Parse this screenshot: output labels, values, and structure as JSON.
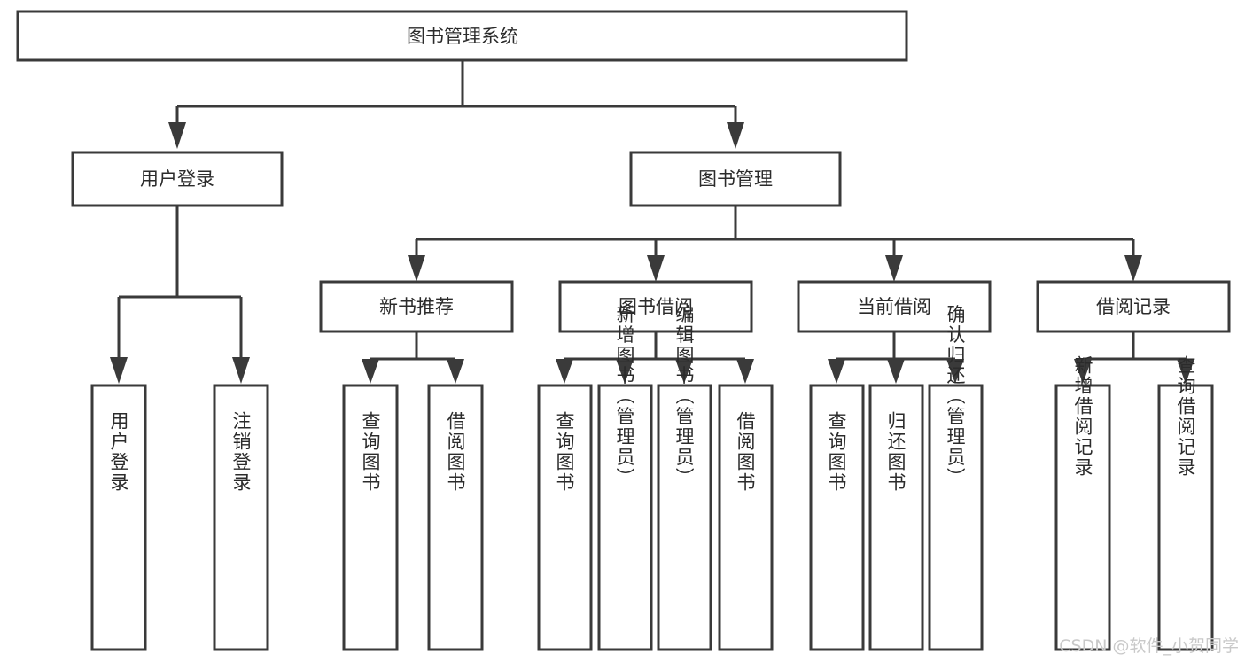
{
  "diagram": {
    "title": "图书管理系统",
    "type": "tree-hierarchy",
    "watermark": "CSDN @软件_小贺同学",
    "levels": {
      "root": {
        "label": "图书管理系统"
      },
      "level2": [
        {
          "id": "user-login",
          "label": "用户登录"
        },
        {
          "id": "book-management",
          "label": "图书管理"
        }
      ],
      "level3": [
        {
          "id": "new-book-recommend",
          "label": "新书推荐",
          "parent": "book-management"
        },
        {
          "id": "book-borrow",
          "label": "图书借阅",
          "parent": "book-management"
        },
        {
          "id": "current-borrow",
          "label": "当前借阅",
          "parent": "book-management"
        },
        {
          "id": "borrow-record",
          "label": "借阅记录",
          "parent": "book-management"
        }
      ],
      "leaves": {
        "user-login": [
          {
            "id": "leaf-user-login",
            "label": "用户登录"
          },
          {
            "id": "leaf-logout-login",
            "label": "注销登录"
          }
        ],
        "new-book-recommend": [
          {
            "id": "leaf-query-book-1",
            "label": "查询图书"
          },
          {
            "id": "leaf-borrow-book-1",
            "label": "借阅图书"
          }
        ],
        "book-borrow": [
          {
            "id": "leaf-query-book-2",
            "label": "查询图书"
          },
          {
            "id": "leaf-add-book",
            "label": "新增图书（管理员）"
          },
          {
            "id": "leaf-edit-book",
            "label": "编辑图书（管理员）"
          },
          {
            "id": "leaf-borrow-book-2",
            "label": "借阅图书"
          }
        ],
        "current-borrow": [
          {
            "id": "leaf-query-book-3",
            "label": "查询图书"
          },
          {
            "id": "leaf-return-book",
            "label": "归还图书"
          },
          {
            "id": "leaf-confirm-return",
            "label": "确认归还（管理员）"
          }
        ],
        "borrow-record": [
          {
            "id": "leaf-add-record",
            "label": "新增借阅记录"
          },
          {
            "id": "leaf-query-record",
            "label": "查询借阅记录"
          }
        ]
      }
    },
    "colors": {
      "box_stroke": "#3a3a3a",
      "box_fill": "#ffffff",
      "text": "#2b2b2b",
      "connector": "#3a3a3a",
      "watermark": "#c9c9c9",
      "background": "#ffffff"
    }
  }
}
